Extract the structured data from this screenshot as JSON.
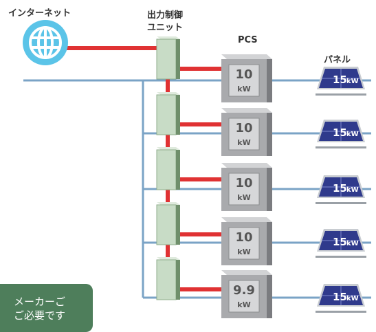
{
  "labels": {
    "internet": "インターネット",
    "control_unit_line1": "出力制御",
    "control_unit_line2": "ユニット",
    "pcs": "PCS",
    "panel": "パネル"
  },
  "pcs_units": [
    {
      "value": "10",
      "unit": "kW"
    },
    {
      "value": "10",
      "unit": "kW"
    },
    {
      "value": "10",
      "unit": "kW"
    },
    {
      "value": "10",
      "unit": "kW"
    },
    {
      "value": "9.9",
      "unit": "kW"
    }
  ],
  "panels": [
    {
      "value": "15",
      "unit": "kW"
    },
    {
      "value": "15",
      "unit": "kW"
    },
    {
      "value": "15",
      "unit": "kW"
    },
    {
      "value": "15",
      "unit": "kW"
    },
    {
      "value": "15",
      "unit": "kW"
    }
  ],
  "note": {
    "line1": "メーカーご",
    "line2": "ご必要です"
  },
  "colors": {
    "network_red": "#e03233",
    "power_blue": "#7aa3c6",
    "unit_green": "#c8dcc6",
    "pcs_gray": "#a9aaad",
    "panel_navy": "#2f3a8c",
    "globe_blue": "#5bc4e8",
    "note_green": "#4e7e5b"
  }
}
